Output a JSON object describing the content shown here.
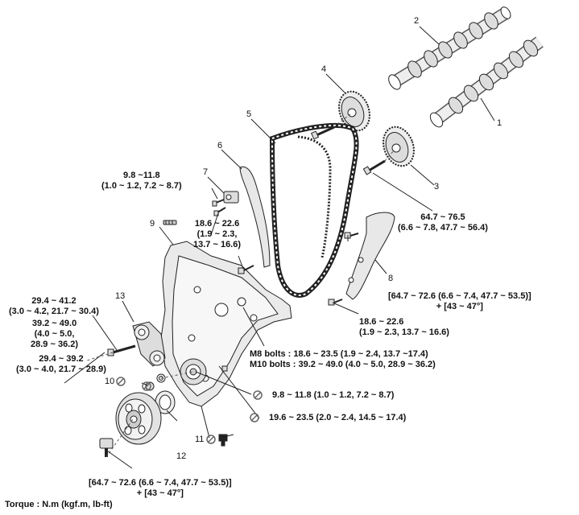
{
  "callouts": {
    "c1": "1",
    "c2": "2",
    "c3": "3",
    "c4": "4",
    "c5": "5",
    "c6": "6",
    "c7": "7",
    "c8": "8",
    "c9": "9",
    "c10": "10",
    "c11": "11",
    "c12": "12",
    "c13": "13"
  },
  "torque_specs": {
    "t_tensioner_top": [
      "9.8 ~11.8",
      "(1.0 ~ 1.2, 7.2 ~ 8.7)"
    ],
    "t_guide_left": [
      "18.6 ~ 22.6",
      "(1.9 ~ 2.3,",
      "13.7 ~ 16.6)"
    ],
    "t_cam_sprocket": [
      "64.7 ~ 76.5",
      "(6.6 ~ 7.8, 47.7 ~ 56.4)"
    ],
    "t_cam_bracket": [
      "[64.7 ~ 72.6 (6.6 ~ 7.4, 47.7 ~ 53.5)]",
      "+ [43 ~ 47°]"
    ],
    "t_guide_right": [
      "18.6 ~ 22.6",
      "(1.9 ~ 2.3, 13.7 ~ 16.6)"
    ],
    "t_m_bolts": [
      "M8 bolts : 18.6 ~ 23.5 (1.9 ~ 2.4, 13.7 ~17.4)",
      "M10 bolts : 39.2 ~ 49.0 (4.0 ~ 5.0, 28.9 ~ 36.2)"
    ],
    "t_13a": [
      "29.4 ~ 41.2",
      "(3.0 ~ 4.2, 21.7 ~ 30.4)"
    ],
    "t_13b": [
      "39.2 ~ 49.0",
      "(4.0 ~ 5.0,",
      "28.9 ~ 36.2)"
    ],
    "t_13c": [
      "29.4 ~ 39.2",
      "(3.0 ~ 4.0, 21.7 ~ 28.9)"
    ],
    "t_pump": "9.8 ~ 11.8 (1.0 ~ 1.2, 7.2 ~ 8.7)",
    "t_seal": "19.6 ~ 23.5 (2.0 ~ 2.4, 14.5 ~ 17.4)",
    "t_pulley": [
      "[64.7 ~ 72.6 (6.6 ~ 7.4, 47.7 ~ 53.5)]",
      "+ [43 ~ 47°]"
    ]
  },
  "footer": {
    "torque_units": "Torque : N.m (kgf.m, lb-ft)"
  },
  "icons": [
    "no-reuse-icon",
    "sealant-icon"
  ]
}
